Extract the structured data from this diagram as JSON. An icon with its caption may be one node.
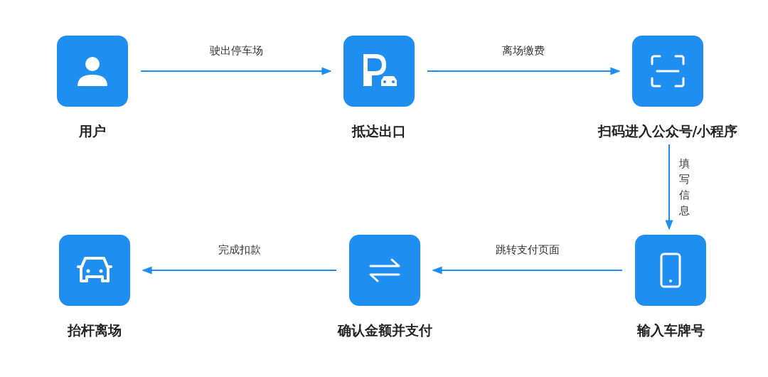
{
  "diagram": {
    "nodes": [
      {
        "text": [
          "用户"
        ]
      },
      {
        "text": [
          "抵达出口"
        ]
      },
      {
        "text": [
          "扫码进入公众号/小程序"
        ]
      },
      {
        "text": [
          "输入车牌号"
        ]
      },
      {
        "text": [
          "确认金额并支付"
        ]
      },
      {
        "text": [
          "抬杆离场"
        ]
      }
    ],
    "edges": [
      {
        "from": 0,
        "to": 1,
        "arrow": "to",
        "label": "驶出停车场"
      },
      {
        "from": 1,
        "to": 2,
        "arrow": "to",
        "label": "离场缴费"
      },
      {
        "from": 2,
        "to": 3,
        "arrow": "to",
        "label": "填写信息"
      },
      {
        "from": 3,
        "to": 4,
        "arrow": "to",
        "label": "跳转支付页面"
      },
      {
        "from": 4,
        "to": 5,
        "arrow": "to",
        "label": "完成扣款"
      }
    ]
  }
}
